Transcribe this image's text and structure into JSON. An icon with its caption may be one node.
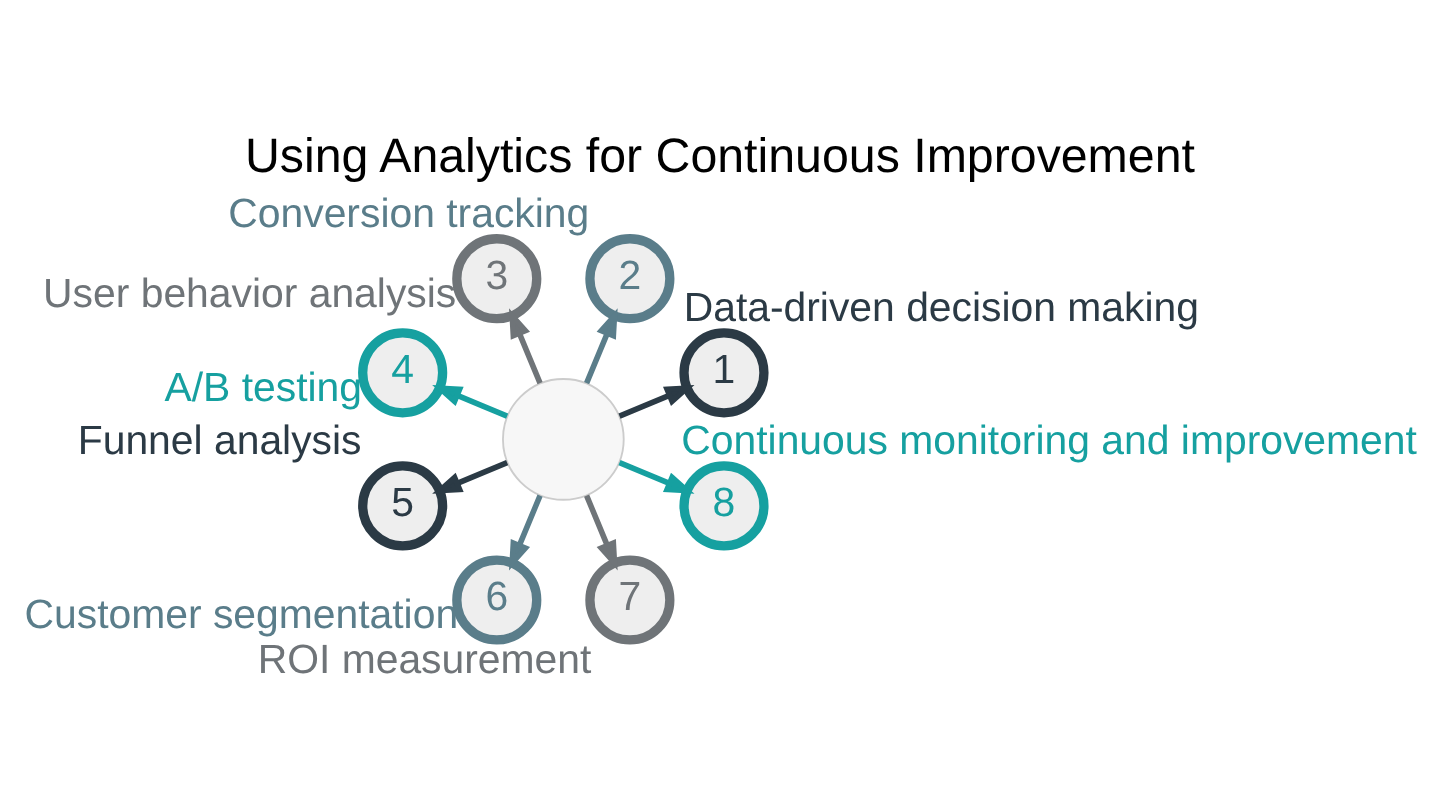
{
  "diagram": {
    "title": "Using Analytics for Continuous Improvement",
    "nodes": [
      {
        "text": [],
        "shape": "circle"
      },
      {
        "text": [
          "1"
        ],
        "beside": [
          "Data-driven decision making"
        ]
      },
      {
        "text": [
          "2"
        ],
        "beside": [
          "Conversion tracking"
        ]
      },
      {
        "text": [
          "3"
        ],
        "beside": [
          "User behavior analysis"
        ]
      },
      {
        "text": [
          "4"
        ],
        "beside": [
          "A/B testing"
        ]
      },
      {
        "text": [
          "5"
        ],
        "beside": [
          "Funnel analysis"
        ]
      },
      {
        "text": [
          "6"
        ],
        "beside": [
          "Customer segmentation"
        ]
      },
      {
        "text": [
          "7"
        ],
        "beside": [
          "ROI measurement"
        ]
      },
      {
        "text": [
          "8"
        ],
        "beside": [
          "Continuous monitoring and improvement"
        ]
      }
    ],
    "edges": [
      {
        "from": 0,
        "to": 1,
        "arrow": "to",
        "color": "#2b3a45"
      },
      {
        "from": 0,
        "to": 2,
        "arrow": "to",
        "color": "#5a7d8a"
      },
      {
        "from": 0,
        "to": 3,
        "arrow": "to",
        "color": "#6f7478"
      },
      {
        "from": 0,
        "to": 4,
        "arrow": "to",
        "color": "#16a0a0"
      },
      {
        "from": 0,
        "to": 5,
        "arrow": "to",
        "color": "#2b3a45"
      },
      {
        "from": 0,
        "to": 6,
        "arrow": "to",
        "color": "#5a7d8a"
      },
      {
        "from": 0,
        "to": 7,
        "arrow": "to",
        "color": "#6f7478"
      },
      {
        "from": 0,
        "to": 8,
        "arrow": "to",
        "color": "#16a0a0"
      }
    ]
  }
}
